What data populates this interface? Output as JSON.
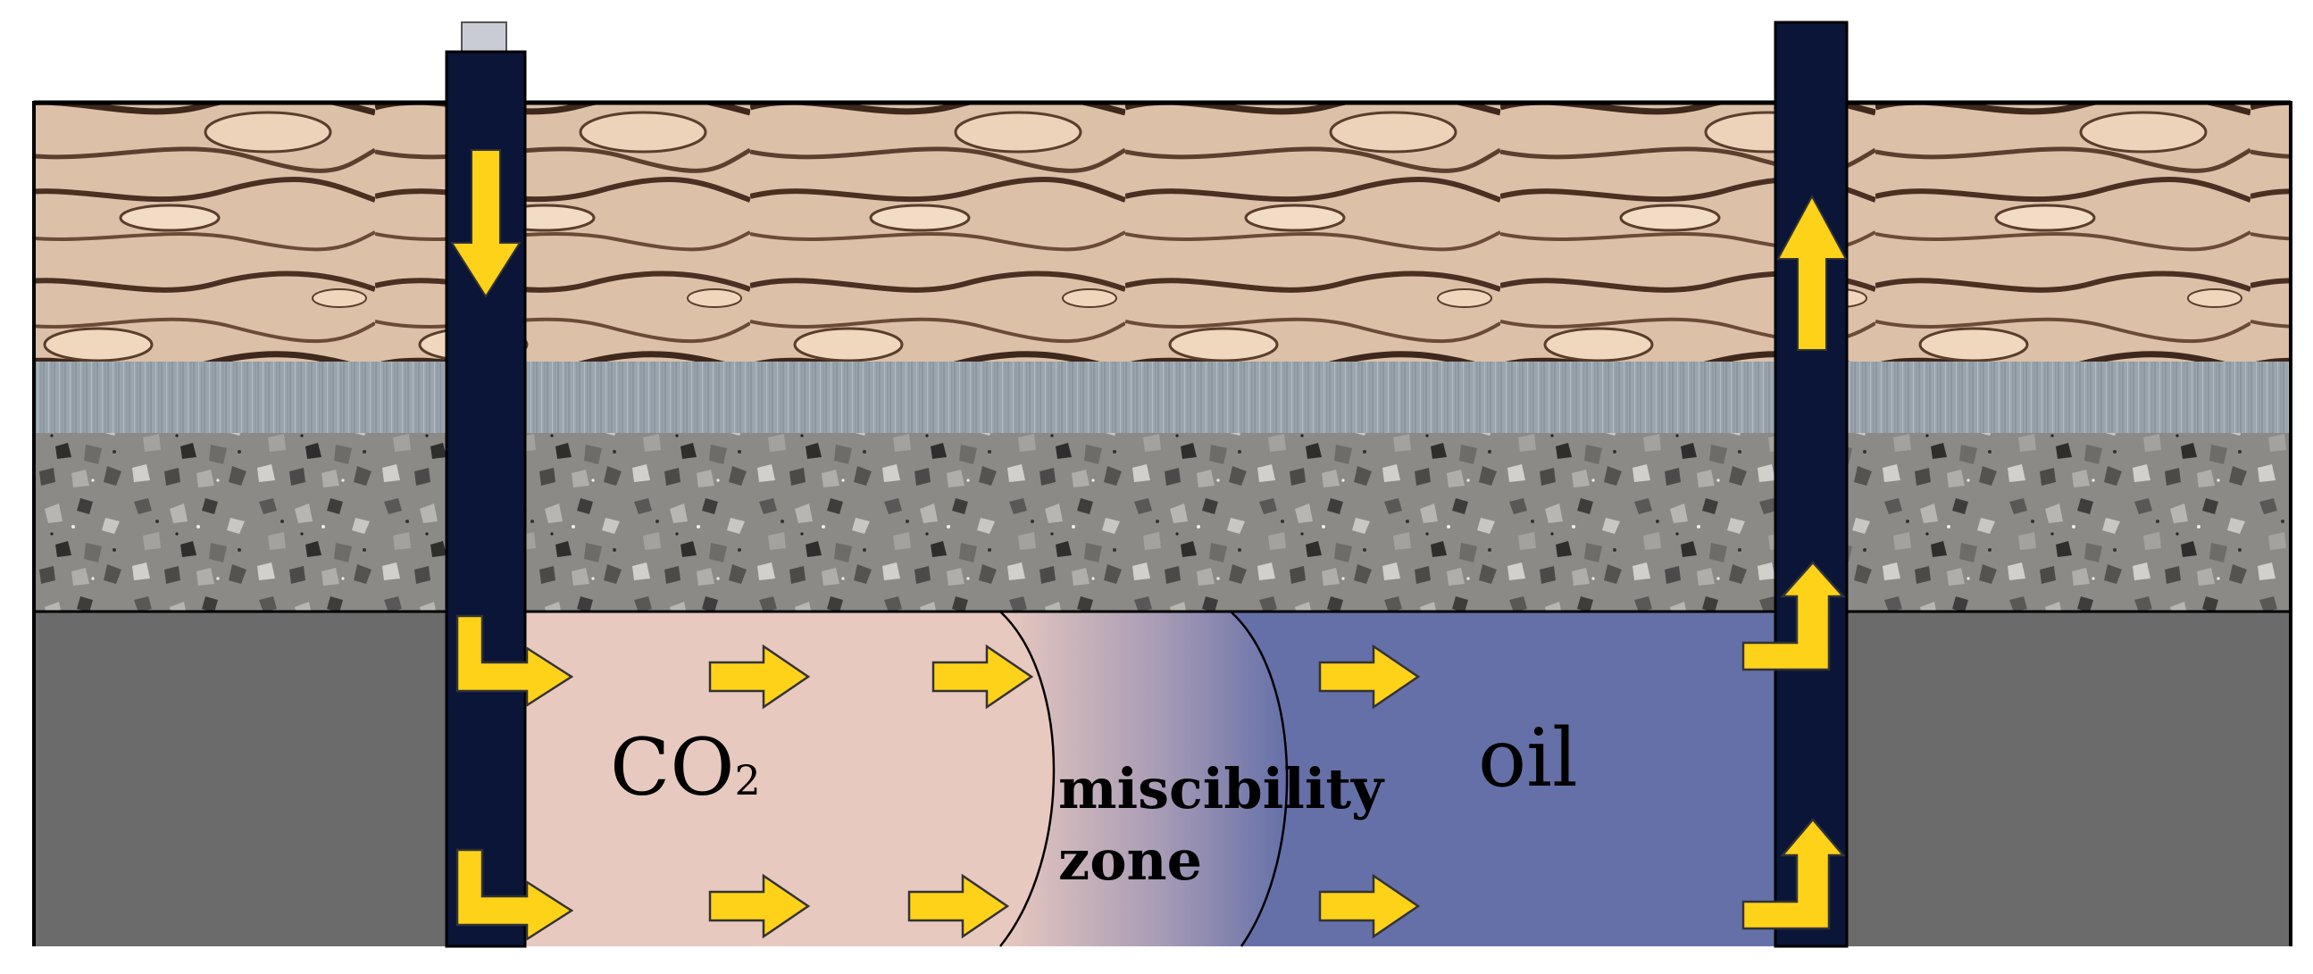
{
  "labels": {
    "co2_main": "CO",
    "co2_sub": "2",
    "miscibility_line1": "miscibility",
    "miscibility_line2": "zone",
    "oil": "oil"
  },
  "colors": {
    "well": "#0a1538",
    "co2_zone": "#e8c9bf",
    "oil_zone": "#6570a8",
    "bedrock": "#6b6b6b",
    "arrow": "#ffd21a",
    "arrow_stroke": "#333333",
    "cap_rock": "#e2c9ae",
    "cap_rock_dark": "#5a3d2c",
    "shale": "#9aa5ae",
    "gravel": "#8a8884"
  },
  "icons": {
    "injection_arrow": "arrow-down",
    "production_arrow": "arrow-up",
    "flow_arrow": "arrow-right",
    "elbow_out": "elbow-arrow-right",
    "elbow_up": "elbow-arrow-up"
  }
}
